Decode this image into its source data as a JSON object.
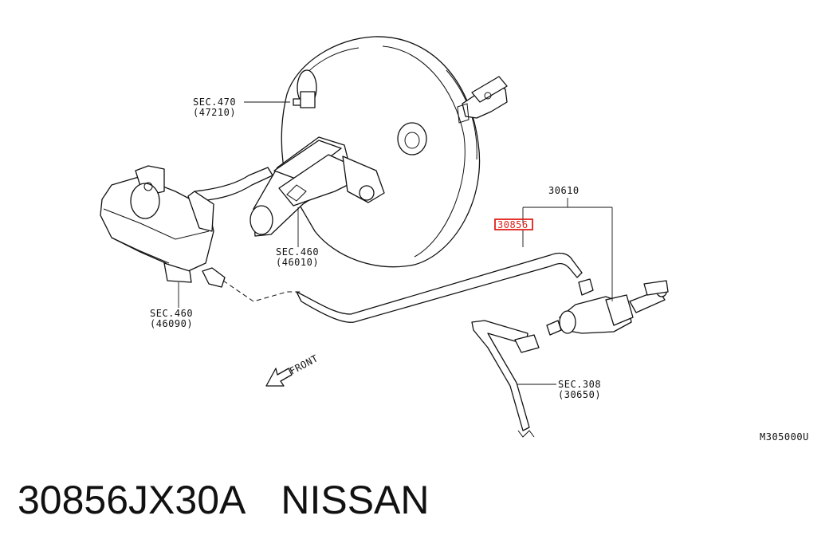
{
  "diagram": {
    "labels": {
      "sec470_a": "SEC.470",
      "sec470_b": "(47210)",
      "part30610": "30610",
      "part30856": "30856",
      "sec460_mid_a": "SEC.460",
      "sec460_mid_b": "(46010)",
      "sec460_left_a": "SEC.460",
      "sec460_left_b": "(46090)",
      "sec308_a": "SEC.308",
      "sec308_b": "(30650)",
      "front": "FRONT",
      "code": "M305000U"
    },
    "highlight_color": "#e0201a"
  },
  "footer": {
    "part_number": "30856JX30A",
    "brand": "NISSAN"
  }
}
